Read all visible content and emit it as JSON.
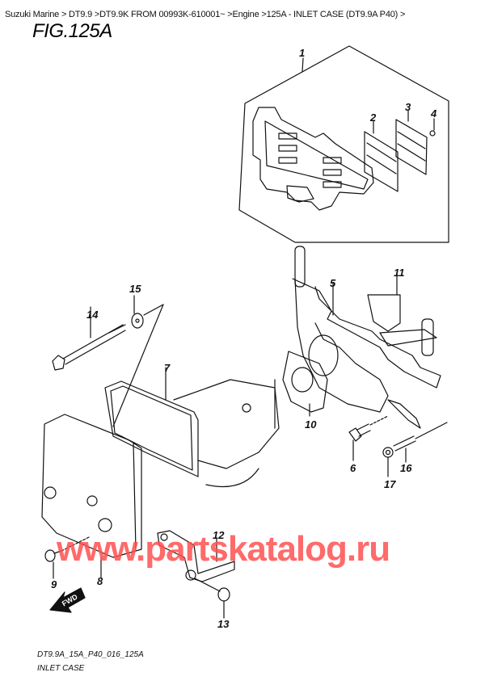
{
  "breadcrumb": "Suzuki Marine > DT9.9 >DT9.9K FROM 00993K-610001~ >Engine >125A - INLET CASE (DT9.9A P40) >",
  "figure": {
    "title": "FIG.125A",
    "code": "DT9.9A_15A_P40_016_125A",
    "name": "INLET CASE"
  },
  "watermark": "www.partskatalog.ru",
  "fwd_label": "FWD",
  "callouts": [
    {
      "id": "1",
      "label": "1"
    },
    {
      "id": "2",
      "label": "2"
    },
    {
      "id": "3",
      "label": "3"
    },
    {
      "id": "4",
      "label": "4"
    },
    {
      "id": "5",
      "label": "5"
    },
    {
      "id": "6",
      "label": "6"
    },
    {
      "id": "7",
      "label": "7"
    },
    {
      "id": "8",
      "label": "8"
    },
    {
      "id": "9",
      "label": "9"
    },
    {
      "id": "10",
      "label": "10"
    },
    {
      "id": "11",
      "label": "11"
    },
    {
      "id": "12",
      "label": "12"
    },
    {
      "id": "13",
      "label": "13"
    },
    {
      "id": "14",
      "label": "14"
    },
    {
      "id": "15",
      "label": "15"
    },
    {
      "id": "16",
      "label": "16"
    },
    {
      "id": "17",
      "label": "17"
    }
  ]
}
